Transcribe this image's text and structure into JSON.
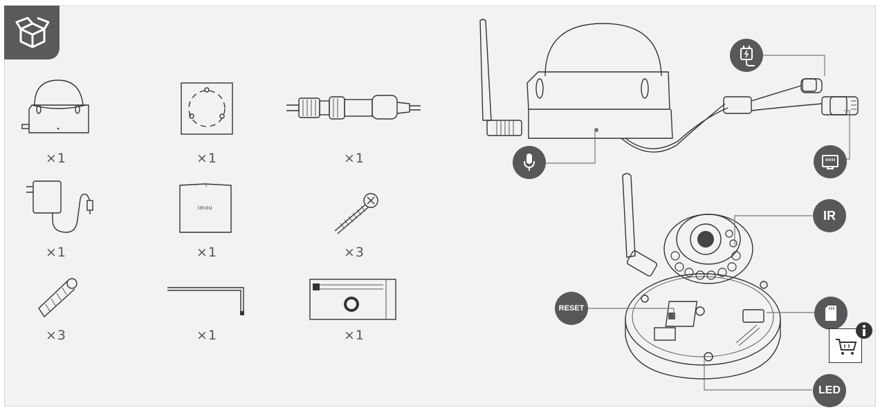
{
  "items": [
    {
      "id": "camera",
      "qty": "×1"
    },
    {
      "id": "mount-plate",
      "qty": "×1"
    },
    {
      "id": "waterproof-connector",
      "qty": "×1"
    },
    {
      "id": "power-adapter",
      "qty": "×1"
    },
    {
      "id": "quick-start-guide",
      "qty": "×1",
      "label": "imou"
    },
    {
      "id": "screw",
      "qty": "×3"
    },
    {
      "id": "anchor",
      "qty": "×3"
    },
    {
      "id": "hex-key",
      "qty": "×1"
    },
    {
      "id": "drill-template",
      "qty": "×1"
    }
  ],
  "callouts": {
    "ir": "IR",
    "reset": "RESET",
    "led": "LED"
  },
  "icons": {
    "package": "package-icon",
    "microphone": "microphone-icon",
    "power": "power-plug-icon",
    "ethernet": "ethernet-port-icon",
    "sd": "sd-card-icon",
    "info": "info-icon",
    "cart": "cart-icon"
  },
  "colors": {
    "background": "#f2f2f2",
    "badge": "#58585b",
    "line": "#333333"
  }
}
